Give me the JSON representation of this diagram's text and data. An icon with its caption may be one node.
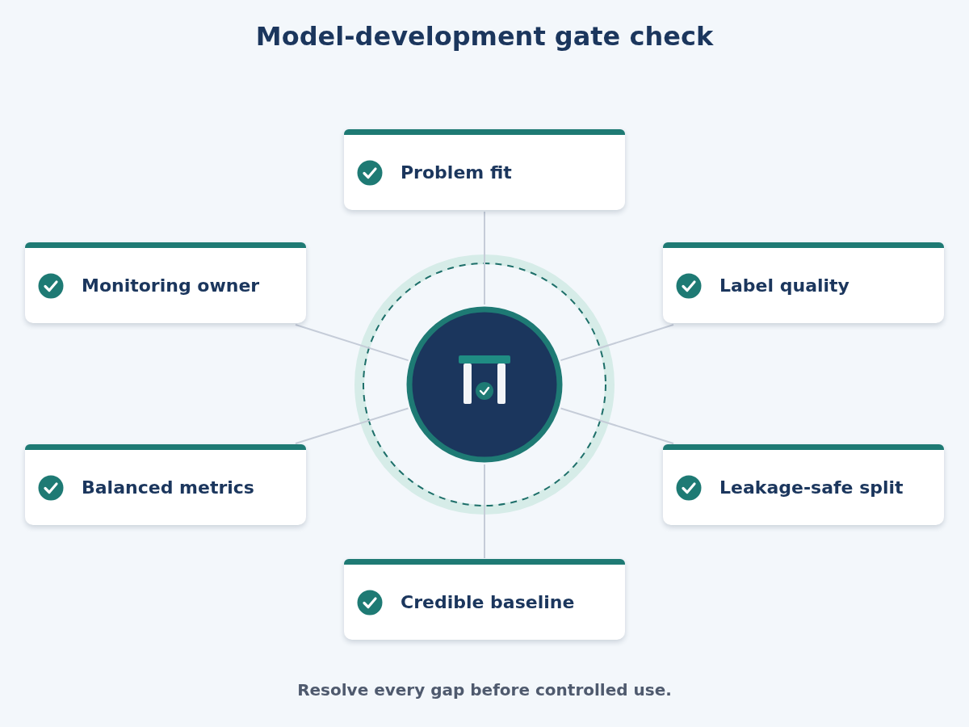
{
  "diagram": {
    "title": "Model-development gate check",
    "caption": "Resolve every gap before controlled use.",
    "nodes": [
      {
        "text": [],
        "shape": "circle"
      },
      {
        "text": [
          "Problem fit"
        ]
      },
      {
        "text": [
          "Monitoring owner"
        ]
      },
      {
        "text": [
          "Label quality"
        ]
      },
      {
        "text": [
          "Balanced metrics"
        ]
      },
      {
        "text": [
          "Leakage-safe split"
        ]
      },
      {
        "text": [
          "Credible baseline"
        ]
      }
    ],
    "edges": [
      {
        "from": 0,
        "to": 1,
        "arrow": "none"
      },
      {
        "from": 0,
        "to": 2,
        "arrow": "none"
      },
      {
        "from": 0,
        "to": 3,
        "arrow": "none"
      },
      {
        "from": 0,
        "to": 4,
        "arrow": "none"
      },
      {
        "from": 0,
        "to": 5,
        "arrow": "none"
      },
      {
        "from": 0,
        "to": 6,
        "arrow": "none"
      }
    ]
  }
}
